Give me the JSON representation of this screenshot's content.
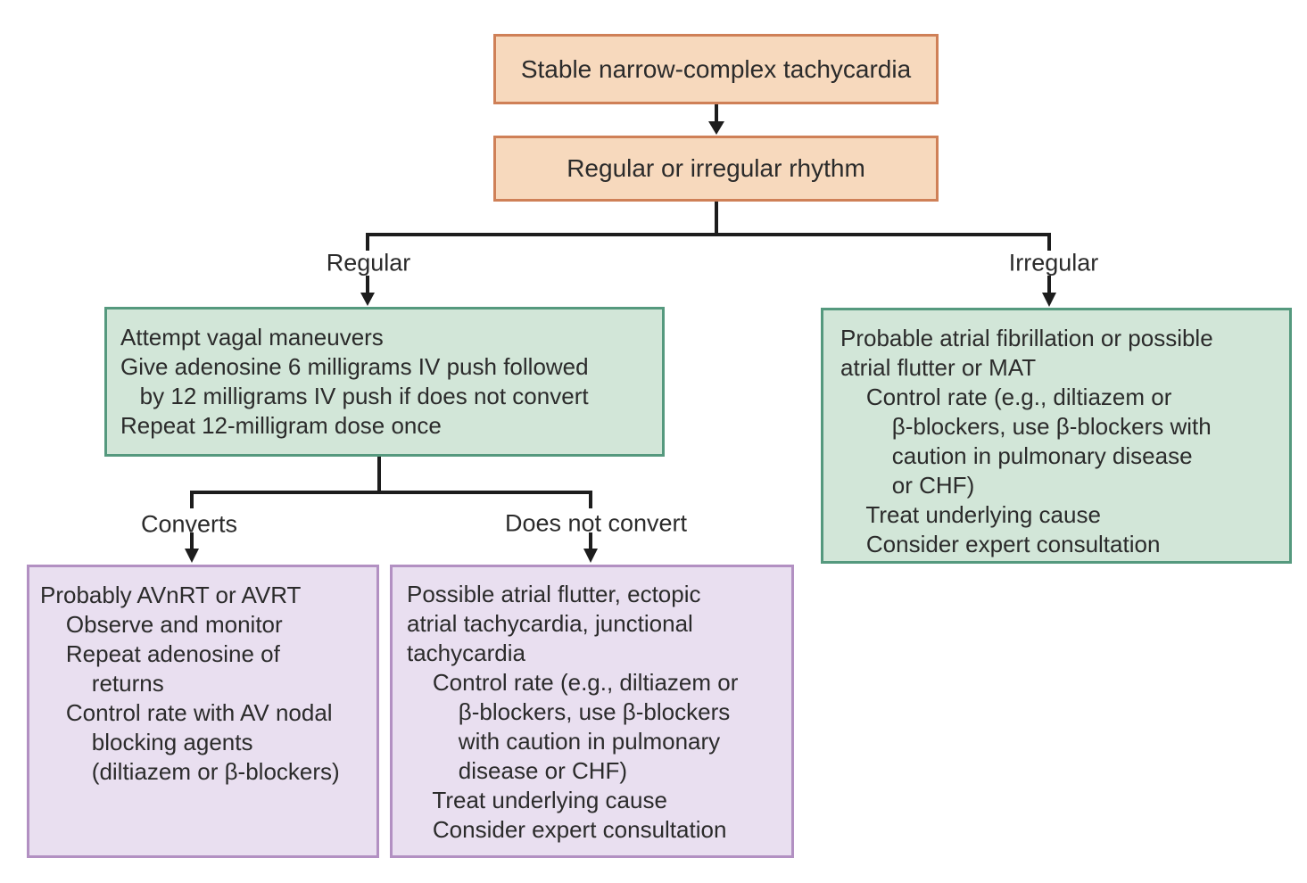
{
  "colors": {
    "orange_fill": "#f7d9bd",
    "orange_border": "#cf8057",
    "green_fill": "#d2e6d8",
    "green_border": "#55997e",
    "purple_fill": "#e9dff0",
    "purple_border": "#b290c2",
    "line_color": "#1d1d1d",
    "text_color": "#2b2b2b"
  },
  "nodes": {
    "stable": {
      "text": "Stable narrow-complex tachycardia"
    },
    "rhythm": {
      "text": "Regular or irregular rhythm"
    },
    "vagal": {
      "lines": [
        "Attempt vagal maneuvers",
        "Give adenosine 6 milligrams IV push followed",
        "   by 12 milligrams IV push if does not convert",
        "Repeat 12-milligram dose once"
      ]
    },
    "afib": {
      "lines": [
        "Probable atrial fibrillation or possible",
        "atrial flutter or MAT",
        "    Control rate (e.g., diltiazem or",
        "        β-blockers, use β-blockers with",
        "        caution in pulmonary disease",
        "        or CHF)",
        "    Treat underlying cause",
        "    Consider expert consultation"
      ]
    },
    "avnrt": {
      "lines": [
        "Probably AVnRT or AVRT",
        "    Observe and monitor",
        "    Repeat adenosine of",
        "        returns",
        "    Control rate with AV nodal",
        "        blocking agents",
        "        (diltiazem or β-blockers)"
      ]
    },
    "flutter": {
      "lines": [
        "Possible atrial flutter, ectopic",
        "atrial tachycardia, junctional",
        "tachycardia",
        "    Control rate (e.g., diltiazem or",
        "        β-blockers, use β-blockers",
        "        with caution in pulmonary",
        "        disease or CHF)",
        "    Treat underlying cause",
        "    Consider expert consultation"
      ]
    }
  },
  "branch_labels": {
    "regular": "Regular",
    "irregular": "Irregular",
    "converts": "Converts",
    "does_not_convert": "Does not convert"
  }
}
